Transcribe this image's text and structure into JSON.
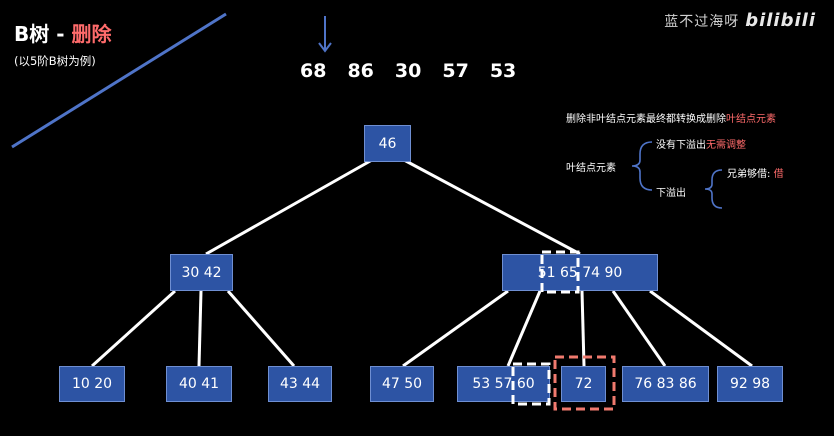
{
  "title": {
    "main": "B树 - ",
    "accent": "删除",
    "subtitle": "(以5阶B树为例)"
  },
  "watermark": {
    "text": "蓝不过海呀",
    "logo": "bilibili"
  },
  "sequence": [
    "68",
    "86",
    "30",
    "57",
    "53"
  ],
  "rule": {
    "prefix": "删除非叶结点元素最终都转换成删除",
    "highlight": "叶结点元素"
  },
  "rule_tree": {
    "root": "叶结点元素",
    "branch1": {
      "prefix": "没有下溢出",
      "highlight": "无需调整"
    },
    "branch2": "下溢出",
    "leaf": {
      "prefix": "兄弟够借: ",
      "highlight": "借"
    }
  },
  "colors": {
    "node_fill": "#2d54a4",
    "accent": "#ff6b6b",
    "dashed_white": "#ffffff",
    "dashed_red": "#f07a6e",
    "arrow_blue": "#4f74c8"
  },
  "btree": {
    "root": "46",
    "level1": [
      "30  42",
      "51  65  74  90"
    ],
    "leaves": [
      "10  20",
      "40  41",
      "43  44",
      "47  50",
      "53  57  60",
      "72",
      "76  83  86",
      "92  98"
    ]
  }
}
